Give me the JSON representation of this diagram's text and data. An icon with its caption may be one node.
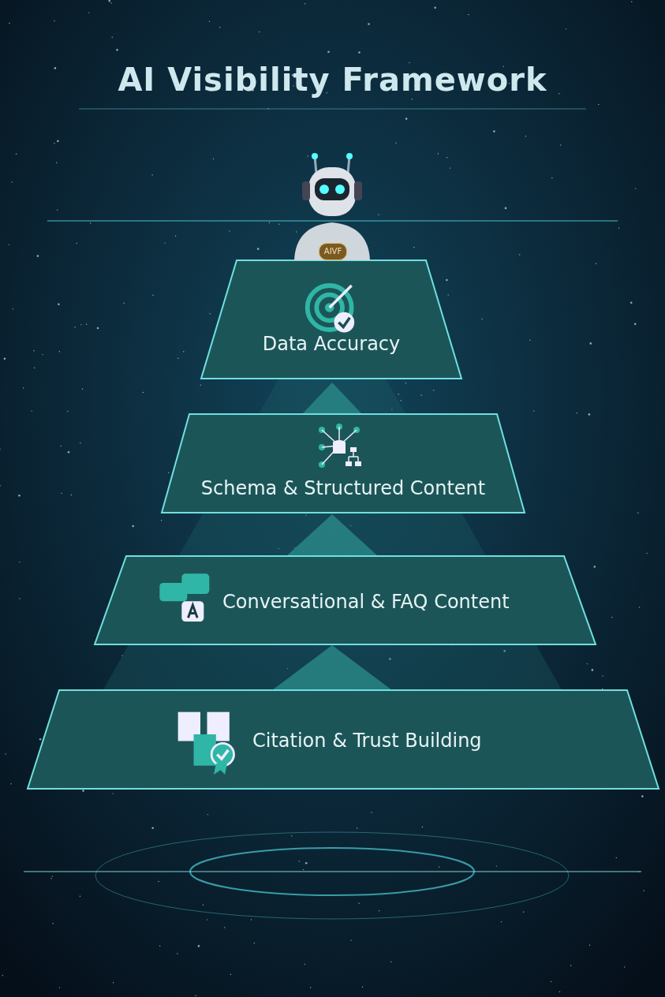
{
  "diagram": {
    "title": "AI Visibility Framework",
    "nodes": [
      {
        "text": [
          "Data Accuracy"
        ]
      },
      {
        "text": [
          "Schema & Structured Content"
        ]
      },
      {
        "text": [
          "Conversational & FAQ Content"
        ]
      },
      {
        "text": [
          "Citation & Trust Building"
        ]
      }
    ],
    "edges": [],
    "labels": [
      "AIVF"
    ]
  }
}
